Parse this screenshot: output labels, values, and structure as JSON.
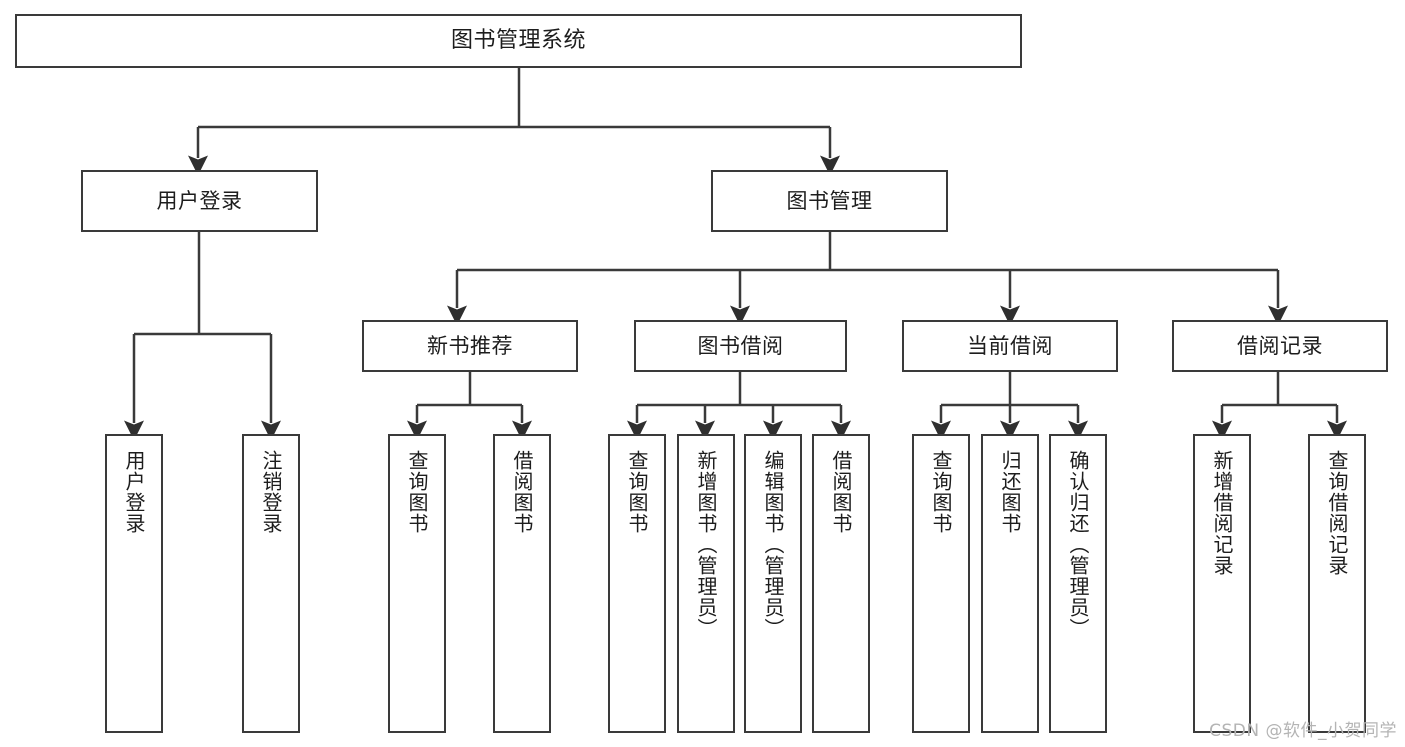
{
  "diagram": {
    "title": "图书管理系统",
    "type": "tree-hierarchy-chart",
    "colors": {
      "box_border": "#3a3a3a",
      "box_fill": "#ffffff",
      "connector": "#3a3a3a",
      "text": "#1d1d1d",
      "watermark": "#b4b4b4"
    },
    "root": {
      "label": "图书管理系统"
    },
    "level2": [
      {
        "label": "用户登录"
      },
      {
        "label": "图书管理"
      }
    ],
    "level3": [
      {
        "label": "新书推荐"
      },
      {
        "label": "图书借阅"
      },
      {
        "label": "当前借阅"
      },
      {
        "label": "借阅记录"
      }
    ],
    "leaves": {
      "user_login": [
        {
          "label": "用户登录"
        },
        {
          "label": "注销登录"
        }
      ],
      "new_book_recommend": [
        {
          "label": "查询图书"
        },
        {
          "label": "借阅图书"
        }
      ],
      "book_borrow": [
        {
          "label": "查询图书"
        },
        {
          "label": "新增图书（管理员）"
        },
        {
          "label": "编辑图书（管理员）"
        },
        {
          "label": "借阅图书"
        }
      ],
      "current_borrow": [
        {
          "label": "查询图书"
        },
        {
          "label": "归还图书"
        },
        {
          "label": "确认归还（管理员）"
        }
      ],
      "borrow_record": [
        {
          "label": "新增借阅记录"
        },
        {
          "label": "查询借阅记录"
        }
      ]
    },
    "watermark": "CSDN @软件_小贺同学"
  }
}
